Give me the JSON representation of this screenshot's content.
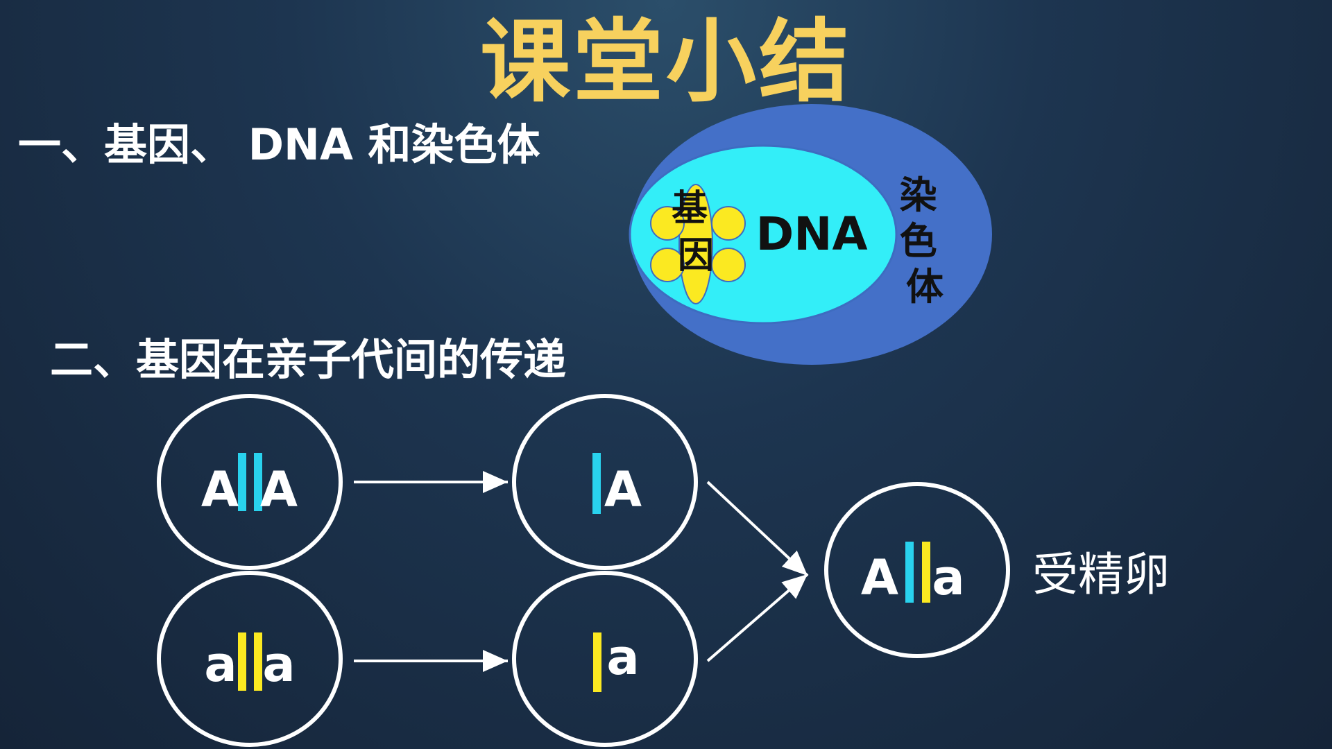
{
  "title": "课堂小结",
  "section1": {
    "heading": "一、基因、 DNA 和染色体",
    "chromosome_label": "染色体",
    "dna_label": "DNA",
    "gene_label": "基因"
  },
  "section2": {
    "heading": "二、基因在亲子代间的传递",
    "parent_top": {
      "left": "A",
      "right": "A"
    },
    "parent_bottom": {
      "left": "a",
      "right": "a"
    },
    "gamete_top": "A",
    "gamete_bottom": "a",
    "zygote": {
      "left": "A",
      "right": "a"
    },
    "zygote_label": "受精卵"
  },
  "colors": {
    "title": "#f7d15e",
    "chromosome": "#4470c8",
    "dna": "#33eef8",
    "gene": "#fbe921",
    "allele_A_bar": "#29d2ee",
    "allele_a_bar": "#fbe921",
    "circle_stroke": "#ffffff"
  }
}
